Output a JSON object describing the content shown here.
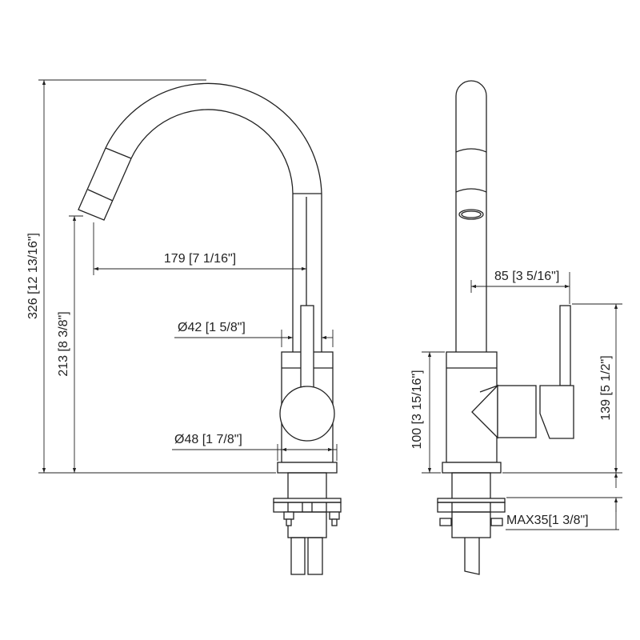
{
  "title": "Faucet dimension drawing",
  "colors": {
    "line": "#222222",
    "background": "#ffffff"
  },
  "dimensions": {
    "total_height": "326 [12 13/16\"]",
    "spout_height": "213 [8 3/8\"]",
    "spout_reach": "179 [7 1/16\"]",
    "pipe_diameter": "Ø42 [1 5/8\"]",
    "body_diameter": "Ø48 [1 7/8\"]",
    "handle_offset": "85 [3 5/16\"]",
    "body_height": "100 [3 15/16\"]",
    "handle_height": "139 [5 1/2\"]",
    "max_deck": "MAX35[1 3/8\"]"
  }
}
